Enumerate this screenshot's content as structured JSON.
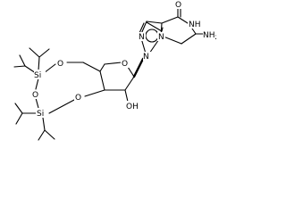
{
  "molecule": {
    "atoms": {
      "carbonyl_oxygen": "O",
      "nh_ring": "NH",
      "amino": "NH",
      "amino_sub": "2",
      "n_imidazole_top": "N",
      "n_glycosidic": "N",
      "n_pyrimidine_lower": "N",
      "ring_oxygen": "O",
      "hydroxyl": "OH",
      "si_upper": "Si",
      "si_lower": "Si",
      "o_left_ring": "O",
      "o_siloxane": "O",
      "o_ribose_3": "O"
    }
  }
}
